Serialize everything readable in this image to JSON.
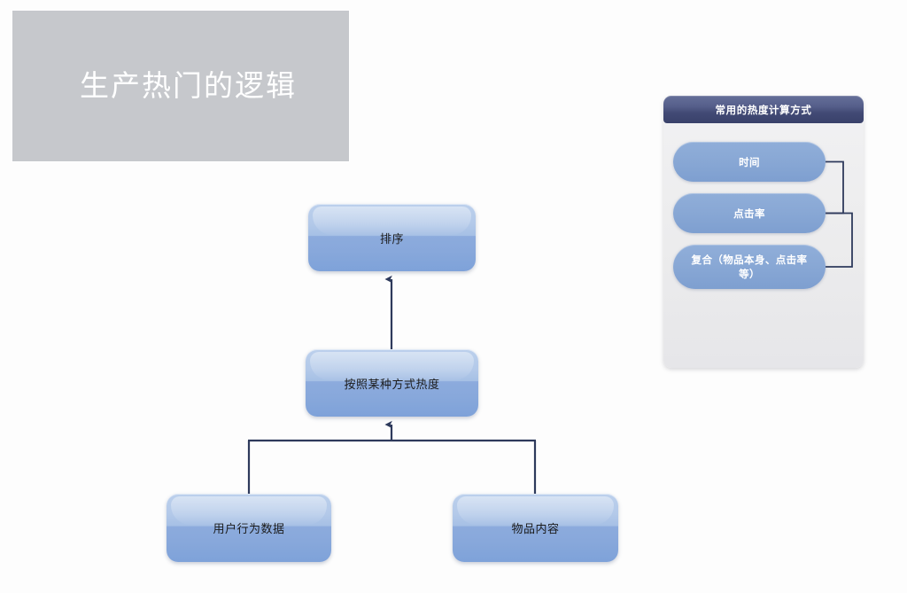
{
  "title_banner": {
    "text": "生产热门的逻辑",
    "background_color": "#c6c8cc",
    "text_color": "#ffffff"
  },
  "flowchart": {
    "accent_color": "#8cabdd",
    "connector_color": "#2e3a5c",
    "nodes": [
      {
        "id": "sort",
        "label": "排序"
      },
      {
        "id": "heat",
        "label": "按照某种方式热度"
      },
      {
        "id": "behavior",
        "label": "用户行为数据"
      },
      {
        "id": "content",
        "label": "物品内容"
      }
    ],
    "edges": [
      {
        "from": "heat",
        "to": "sort",
        "style": "arrow-up"
      },
      {
        "from": "behavior",
        "to": "heat",
        "style": "elbow-arrow-up"
      },
      {
        "from": "content",
        "to": "heat",
        "style": "elbow-arrow-up"
      }
    ]
  },
  "method_panel": {
    "header_title": "常用的热度计算方式",
    "header_color": "#424a75",
    "panel_background": "#ececed",
    "pill_color": "#89a8d5",
    "items": [
      {
        "label": "时间"
      },
      {
        "label": "点击率"
      },
      {
        "label": "复合（物品本身、点击率等）"
      }
    ]
  }
}
